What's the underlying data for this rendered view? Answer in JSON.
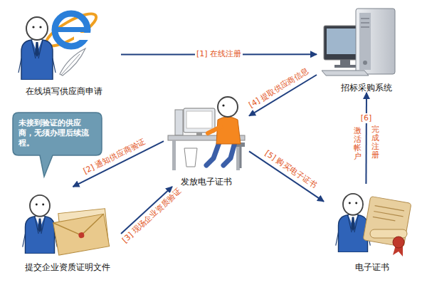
{
  "diagram": {
    "nodes": [
      {
        "text": [
          "在线填写供应商申请"
        ]
      },
      {
        "text": [
          "招标采购系统"
        ]
      },
      {
        "text": [
          "未接到验证的供应商，无须办理后续流程。"
        ]
      },
      {
        "text": [
          "发放电子证书"
        ]
      },
      {
        "text": [
          "提交企业资质证明文件"
        ]
      },
      {
        "text": [
          "电子证书"
        ]
      }
    ],
    "edges": [
      {
        "from": 0,
        "to": 1,
        "label": "[1] 在线注册",
        "arrow": "to"
      },
      {
        "from": 3,
        "to": 4,
        "label": "[2] 通知供应商验证",
        "arrow": "to"
      },
      {
        "from": 4,
        "to": 3,
        "label": "[3] 现场企业资质验证",
        "arrow": "to"
      },
      {
        "from": 1,
        "to": 3,
        "label": "[4] 提取供应商信息",
        "arrow": "to"
      },
      {
        "from": 3,
        "to": 5,
        "label": "[5] 购买电子证书",
        "arrow": "to"
      },
      {
        "from": 5,
        "to": 1,
        "label": "[6]",
        "arrow": "to"
      }
    ],
    "labels": [
      "激活帐户",
      "完成注册"
    ]
  }
}
